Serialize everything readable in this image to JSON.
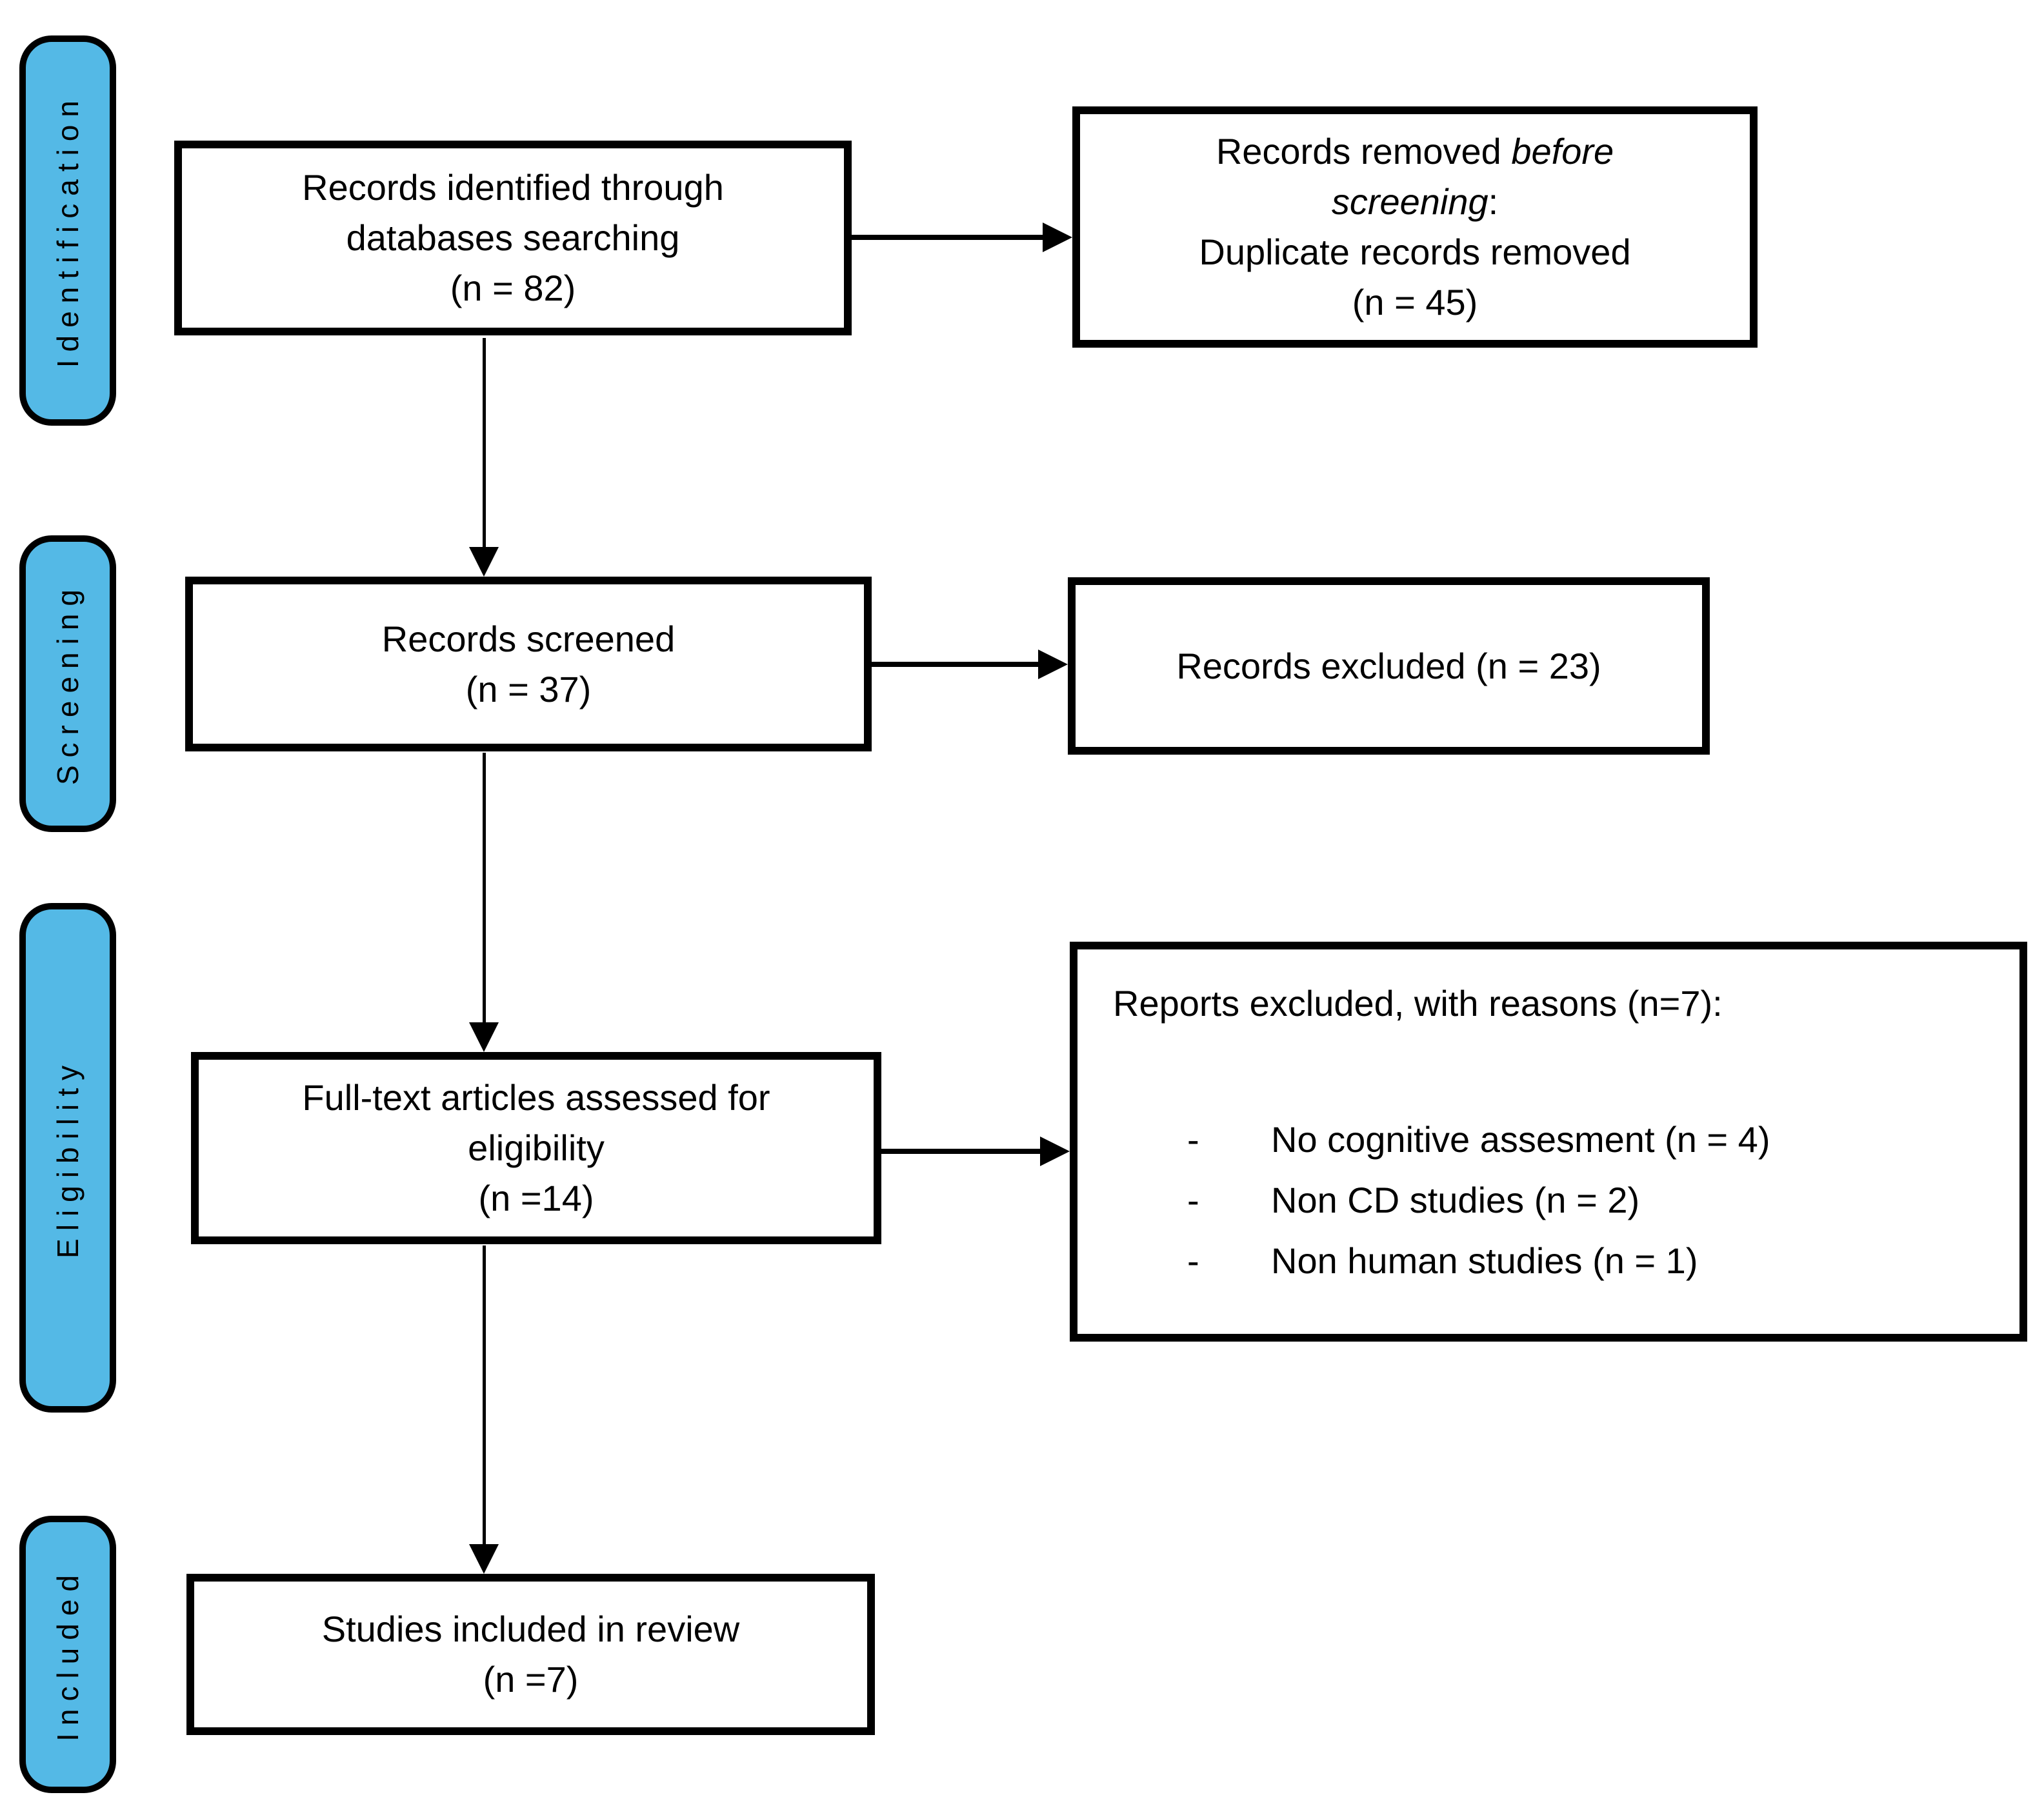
{
  "palette": {
    "stage_fill": "#54b9e6",
    "line": "#000000",
    "box_bg": "#ffffff",
    "page_bg": "#ffffff"
  },
  "sidebar": {
    "stages": [
      {
        "label": "Identification"
      },
      {
        "label": "Screening"
      },
      {
        "label": "Eligibility"
      },
      {
        "label": "Included"
      }
    ]
  },
  "flow": {
    "identification_box": {
      "lines": [
        "Records identified through",
        "databases searching",
        "(n = 82)"
      ]
    },
    "removed_box": {
      "line1_normal": "Records removed",
      "line1_italic": "before",
      "line2_italic": "screening",
      "line2_suffix": ":",
      "line3": "Duplicate records removed",
      "line4": "(n = 45)"
    },
    "screened_box": {
      "lines": [
        "Records screened",
        "(n = 37)"
      ]
    },
    "excluded_box": {
      "text": "Records excluded (n = 23)"
    },
    "fulltext_box": {
      "lines": [
        "Full-text articles assessed for",
        "eligibility",
        "(n =14)"
      ]
    },
    "reports_excluded_box": {
      "title": "Reports excluded, with reasons (n=7):",
      "bullet_char": "-",
      "items": [
        "No cognitive assesment (n = 4)",
        "Non CD studies (n = 2)",
        "Non human studies (n = 1)"
      ]
    },
    "included_box": {
      "lines": [
        "Studies included in review",
        "(n =7)"
      ]
    }
  }
}
